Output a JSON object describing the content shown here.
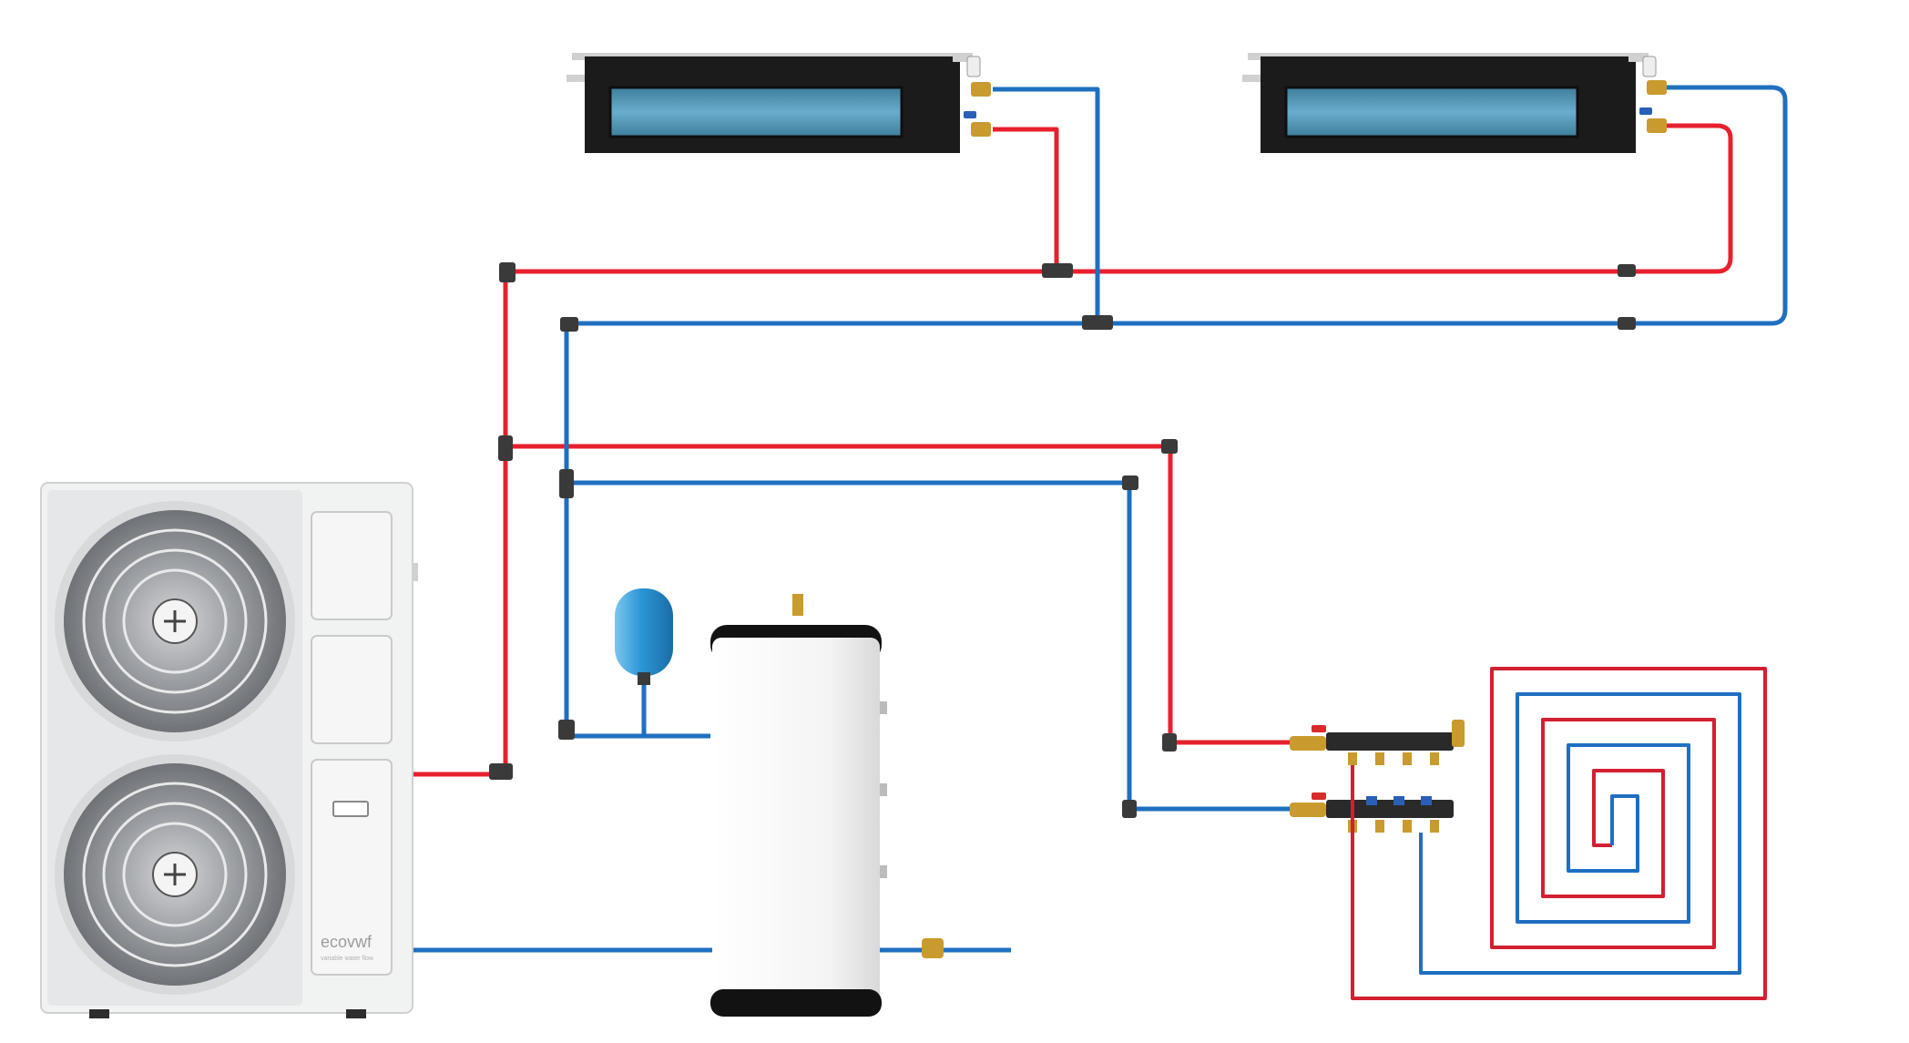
{
  "colors": {
    "hot_pipe": "#e8202e",
    "cold_pipe": "#1f6fc1",
    "fitting": "#3a3a3a",
    "unit_body": "#f1f2f2",
    "fan_coil_body": "#1b1b1b",
    "fan_coil_grille": "#4f93b4",
    "expansion_vessel": "#2b96d6",
    "tank_body": "#ffffff",
    "tank_cap": "#121212",
    "brass": "#c99a2e",
    "manifold_body": "#2a2a2a"
  },
  "heat_pump": {
    "brand": "ecovwf",
    "tagline": "variable water flow",
    "fan_count": 2
  },
  "fan_coil_units": [
    {
      "icon": "ducted-fan-coil-icon"
    },
    {
      "icon": "ducted-fan-coil-icon"
    }
  ],
  "buffer_tank": {
    "icon": "water-tank-icon"
  },
  "expansion_vessel": {
    "icon": "expansion-vessel-icon"
  },
  "manifold": {
    "icon": "underfloor-manifold-icon",
    "loop_outlets": 4
  },
  "underfloor_loop": {
    "icon": "underfloor-heating-loop-icon"
  }
}
